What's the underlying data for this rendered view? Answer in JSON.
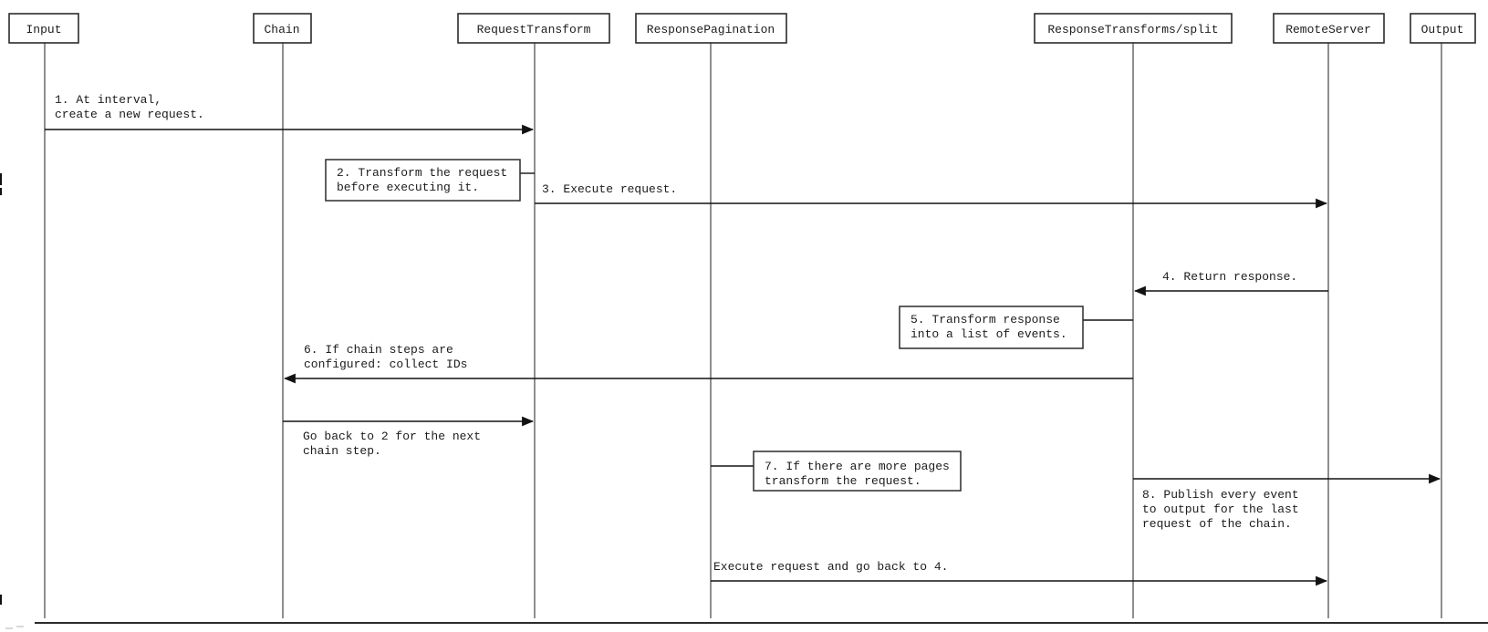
{
  "diagram": {
    "type": "sequence-diagram",
    "participants": [
      {
        "id": "input",
        "label": "Input"
      },
      {
        "id": "chain",
        "label": "Chain"
      },
      {
        "id": "request-transform",
        "label": "RequestTransform"
      },
      {
        "id": "response-pagination",
        "label": "ResponsePagination"
      },
      {
        "id": "response-transforms-split",
        "label": "ResponseTransforms/split"
      },
      {
        "id": "remote-server",
        "label": "RemoteServer"
      },
      {
        "id": "output",
        "label": "Output"
      }
    ],
    "messages": {
      "m1": {
        "from": "Input",
        "to": "RequestTransform",
        "l1": "1. At interval,",
        "l2": "create a new request."
      },
      "m3": {
        "from": "RequestTransform",
        "to": "RemoteServer",
        "l1": "3. Execute request."
      },
      "m4": {
        "from": "RemoteServer",
        "to": "ResponseTransforms/split",
        "l1": "4. Return response."
      },
      "m6": {
        "from": "ResponseTransforms/split",
        "to": "Chain",
        "l1": "6. If chain steps are",
        "l2": "configured: collect IDs"
      },
      "m7": {
        "from": "Chain",
        "to": "RequestTransform",
        "l1": "Go back to 2 for the next",
        "l2": "chain step."
      },
      "m8": {
        "from": "ResponseTransforms/split",
        "to": "Output",
        "l1": "8. Publish every event",
        "l2": "to output for the last",
        "l3": "request of the chain."
      },
      "m9": {
        "from": "ResponsePagination",
        "to": "RemoteServer",
        "l1": "Execute request and go back to 4."
      }
    },
    "notes": {
      "n2": {
        "attached_to": "RequestTransform",
        "l1": "2. Transform the request",
        "l2": "before executing it."
      },
      "n5": {
        "attached_to": "ResponseTransforms/split",
        "l1": "5. Transform response",
        "l2": "into a list of events."
      },
      "n7": {
        "attached_to": "ResponsePagination",
        "l1": "7. If there are more pages",
        "l2": "transform the request."
      }
    },
    "colors": {
      "background": "#ffffff",
      "box_border": "#2b2b2b",
      "lifeline": "#5f5f5f",
      "arrow": "#121212",
      "text": "#1c1c1c"
    }
  }
}
